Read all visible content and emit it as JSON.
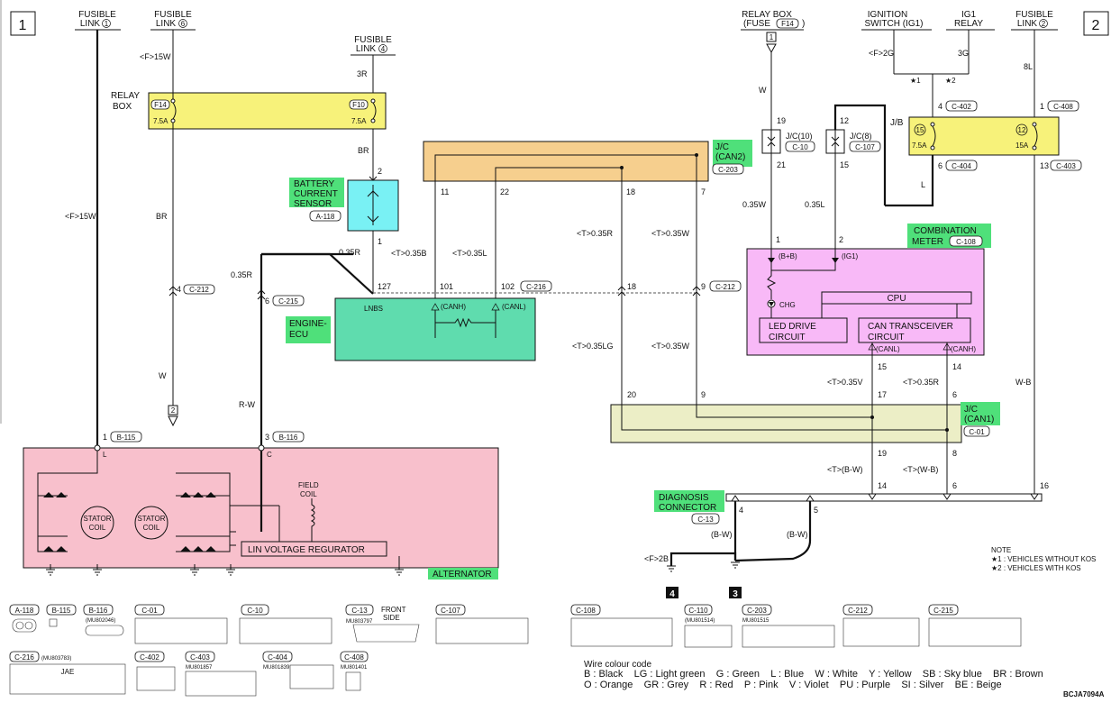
{
  "page": {
    "left_number": "1",
    "right_number": "2",
    "diagram_code": "BCJA7094A"
  },
  "sources": {
    "fusible_link": "FUSIBLE",
    "link": "LINK",
    "fl1_num": "1",
    "fl6_num": "6",
    "fl4_num": "4",
    "fl2_num": "2",
    "relay_box": "RELAY BOX",
    "fuse": "(FUSE",
    "fuse_code": "F14",
    "fuse_close": ")",
    "ignition_switch": "IGNITION",
    "ignition_switch_2": "SWITCH (IG1)",
    "ig1_relay": "IG1",
    "ig1_relay_2": "RELAY",
    "f_15w": "<F>15W",
    "f_2g": "<F>2G",
    "g_3g": "3G",
    "l_8l": "8L",
    "r_3r": "3R",
    "br": "BR",
    "w": "W",
    "star1": "★1",
    "star2": "★2",
    "input_1": "1"
  },
  "relay_box": {
    "label_1": "RELAY",
    "label_2": "BOX",
    "fuse_a": "F14",
    "fuse_a_amp": "7.5A",
    "fuse_b": "F10",
    "fuse_b_amp": "7.5A"
  },
  "jb": {
    "label": "J/B",
    "fuse_a": "15",
    "fuse_a_amp": "7.5A",
    "fuse_b": "12",
    "fuse_b_amp": "15A",
    "pin_4": "4",
    "c402": "C-402",
    "pin_1": "1",
    "c408": "C-408",
    "pin_6": "6",
    "c404": "C-404",
    "pin_13": "13",
    "c403": "C-403",
    "l": "L"
  },
  "jc_can2": {
    "label_1": "J/C",
    "label_2": "(CAN2)",
    "conn": "C-203",
    "pins": [
      "11",
      "22",
      "18",
      "7"
    ]
  },
  "jc_small": {
    "jc10": "J/C(10)",
    "c10": "C-10",
    "jc8": "J/C(8)",
    "c107": "C-107",
    "p19": "19",
    "p21": "21",
    "p12": "12",
    "p15": "15"
  },
  "battery_sensor": {
    "label_1": "BATTERY",
    "label_2": "CURRENT",
    "label_3": "SENSOR",
    "conn": "A-118",
    "pin_top": "2",
    "pin_bottom": "1"
  },
  "wires": {
    "r035": "0.35R",
    "r035b": "0.35R",
    "t035b": "<T>0.35B",
    "t035l": "<T>0.35L",
    "t035r": "<T>0.35R",
    "t035w": "<T>0.35W",
    "t035lg": "<T>0.35LG",
    "t035w2": "<T>0.35W",
    "w035": "0.35W",
    "l035": "0.35L",
    "t035v": "<T>0.35V",
    "t035r2": "<T>0.35R",
    "tbw": "<T>(B-W)",
    "twb": "<T>(W-B)",
    "bw1": "(B-W)",
    "bw2": "(B-W)",
    "wb": "W-B",
    "rw": "R-W",
    "br2": "BR",
    "w2": "W",
    "f15w2": "<F>15W",
    "f2b": "<F>2B"
  },
  "engine_ecu": {
    "label_1": "ENGINE-",
    "label_2": "ECU",
    "lnbs": "LNBS",
    "canh": "(CANH)",
    "canl": "(CANL)",
    "pin_127": "127",
    "pin_101": "101",
    "pin_102": "102",
    "conn": "C-216",
    "c215_pin": "6",
    "c215": "C-215"
  },
  "c212": {
    "pin_4": "4",
    "conn": "C-212",
    "pin_18": "18",
    "pin_9": "9",
    "conn2": "C-212"
  },
  "meter": {
    "label_1": "COMBINATION",
    "label_2": "METER",
    "conn": "C-108",
    "pin_1": "1",
    "pin_2": "2",
    "bb": "(B+B)",
    "ig1": "(IG1)",
    "chg": "CHG",
    "cpu": "CPU",
    "led_1": "LED DRIVE",
    "led_2": "CIRCUIT",
    "can_1": "CAN TRANSCEIVER",
    "can_2": "CIRCUIT",
    "canl": "(CANL)",
    "canh": "(CANH)",
    "pin_15": "15",
    "pin_14": "14"
  },
  "jc_can1": {
    "label_1": "J/C",
    "label_2": "(CAN1)",
    "conn": "C-01",
    "pin_20": "20",
    "pin_9": "9",
    "pin_17": "17",
    "pin_6": "6",
    "pin_19": "19",
    "pin_8": "8"
  },
  "diag": {
    "label_1": "DIAGNOSIS",
    "label_2": "CONNECTOR",
    "conn": "C-13",
    "pin_4": "4",
    "pin_5": "5",
    "pin_14": "14",
    "pin_6": "6",
    "pin_16": "16",
    "ground_4": "4",
    "ground_3": "3"
  },
  "alternator": {
    "label": "ALTERNATOR",
    "pin_1": "1",
    "b115": "B-115",
    "pin_3": "3",
    "b116": "B-116",
    "l_mark": "L",
    "c_mark": "C",
    "stator_1": "STATOR",
    "stator_2": "COIL",
    "field_1": "FIELD",
    "field_2": "COIL",
    "regulator": "LIN VOLTAGE REGURATOR"
  },
  "ground_fl2": {
    "num": "2"
  },
  "note": {
    "title": "NOTE",
    "line_1": "★1 : VEHICLES WITHOUT KOS",
    "line_2": "★2 : VEHICLES WITH KOS"
  },
  "connectors": {
    "a118": "A-118",
    "b115": "B-115",
    "b116": "B-116",
    "b116_sub": "(MU802046)",
    "c01": "C-01",
    "c10": "C-10",
    "c13": "C-13",
    "c13_sub": "MU803797",
    "c13_front": "FRONT",
    "c13_side": "SIDE",
    "c107": "C-107",
    "c108": "C-108",
    "c110": "C-110",
    "c110_sub": "(MU801514)",
    "c203": "C-203",
    "c203_sub": "MU801515",
    "c212": "C-212",
    "c215": "C-215",
    "c216": "C-216",
    "c216_sub": "(MU803783)",
    "c216_jae": "JAE",
    "c402": "C-402",
    "c403": "C-403",
    "c403_sub": "MU801857",
    "c404": "C-404",
    "c404_sub": "MU801839",
    "c408": "C-408",
    "c408_sub": "MU801401"
  },
  "wire_code": {
    "title": "Wire colour code",
    "line_1": "B : Black    LG : Light green    G : Green    L : Blue    W : White    Y : Yellow    SB : Sky blue    BR : Brown",
    "line_2": "O : Orange    GR : Grey    R : Red    P : Pink    V : Violet    PU : Purple    SI : Silver    BE : Beige"
  },
  "colors": {
    "relay_box": "#f7f27a",
    "jc_can2": "#f6cf8e",
    "battery_sensor": "#79f1f4",
    "engine_ecu": "#5fdcae",
    "meter": "#f8b9f7",
    "jc_can1": "#eceec6",
    "alternator": "#f8c0cc",
    "label_green": "#4fe07a"
  }
}
